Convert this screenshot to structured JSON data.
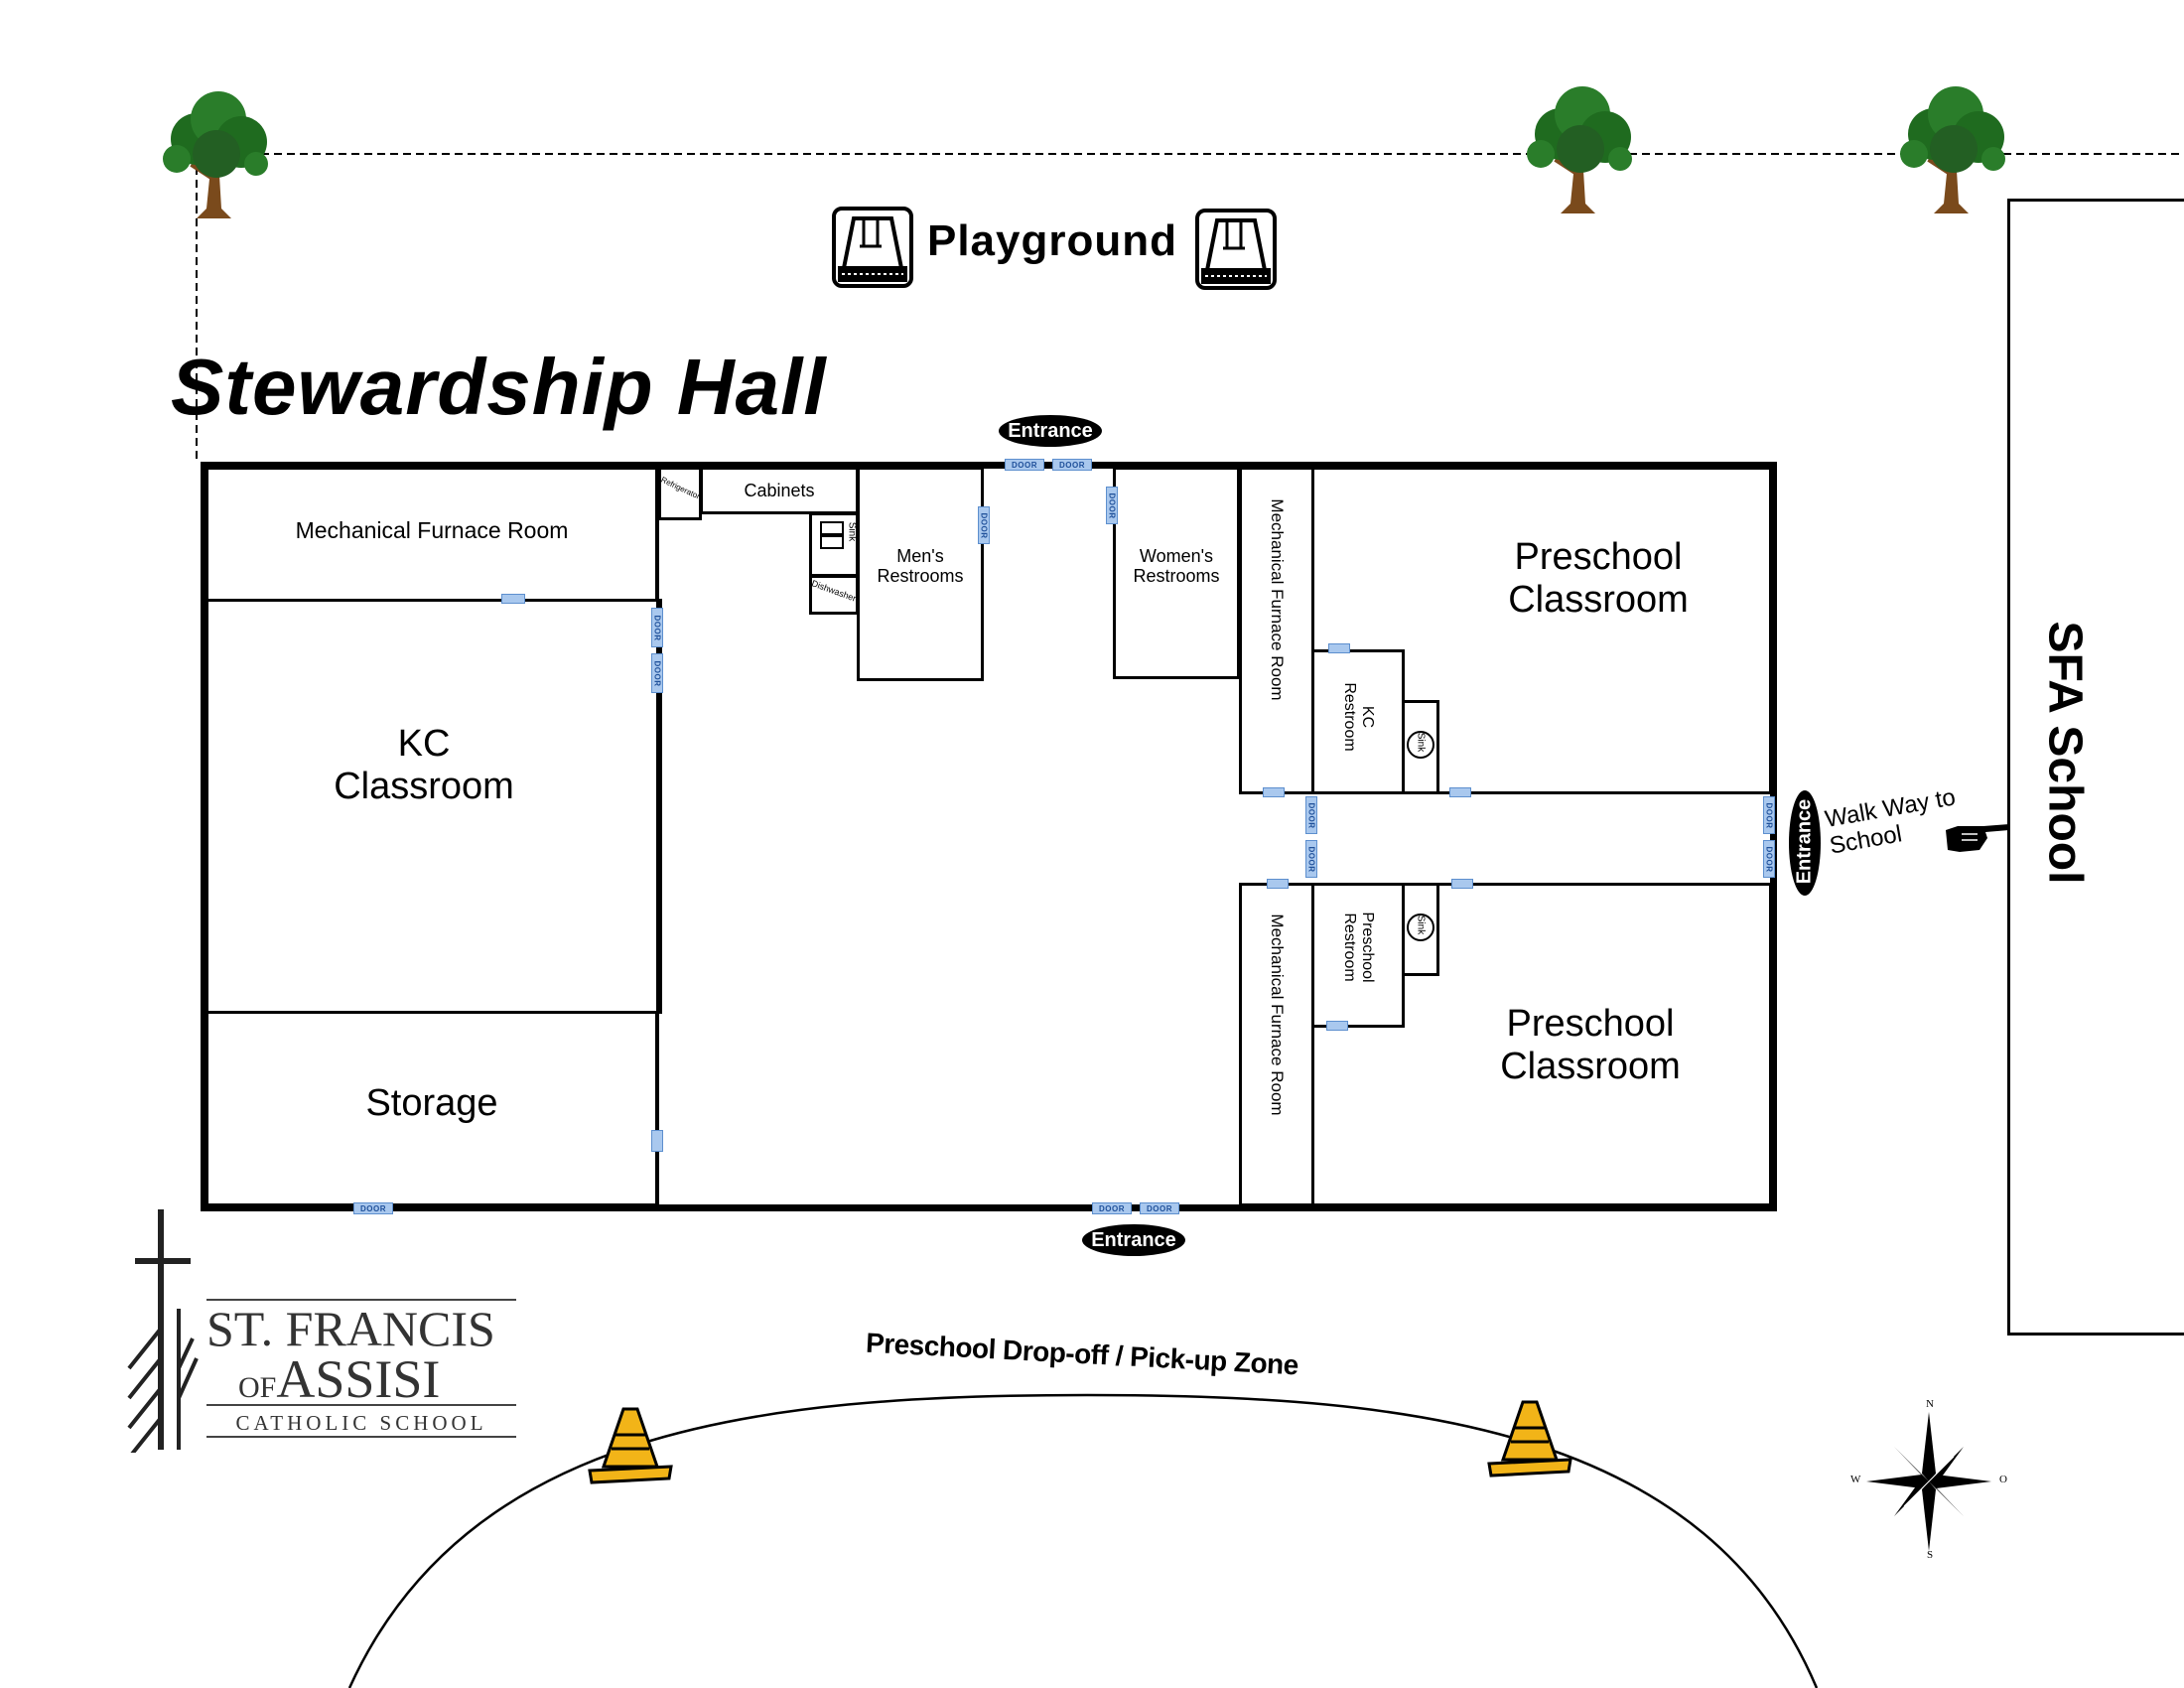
{
  "title": "Stewardship Hall",
  "playground": "Playground",
  "school_building": "SFA School",
  "walkway": "Walk Way to\nSchool",
  "dropoff": "Preschool Drop-off / Pick-up Zone",
  "entrance_label": "Entrance",
  "door_label": "DOOR",
  "rooms": {
    "mechanical_furnace_room": "Mechanical Furnace Room",
    "kc_classroom": "KC\nClassroom",
    "storage": "Storage",
    "cabinets": "Cabinets",
    "refrigerator": "Refrigerator",
    "sink": "Sink",
    "dishwasher": "Dishwasher",
    "mens_restrooms": "Men's\nRestrooms",
    "womens_restrooms": "Women's\nRestrooms",
    "mech_furnace_upper": "Mechanical Furnace Room",
    "mech_furnace_lower": "Mechanical Furnace Room",
    "kc_restroom": "KC\nRestroom",
    "preschool_restroom": "Preschool\nRestroom",
    "preschool_classroom_top": "Preschool\nClassroom",
    "preschool_classroom_bottom": "Preschool\nClassroom"
  },
  "logo": {
    "line1": "ST. FRANCIS",
    "line2_small": "OF",
    "line2_big": "ASSISI",
    "line3": "CATHOLIC SCHOOL"
  },
  "compass": {
    "n": "N",
    "s": "S",
    "w": "W",
    "e": "O"
  },
  "colors": {
    "door_fill": "#a9c8ee",
    "tree_green": "#1f6b1f",
    "trunk": "#7a4a1c",
    "cone": "#f2b418"
  }
}
